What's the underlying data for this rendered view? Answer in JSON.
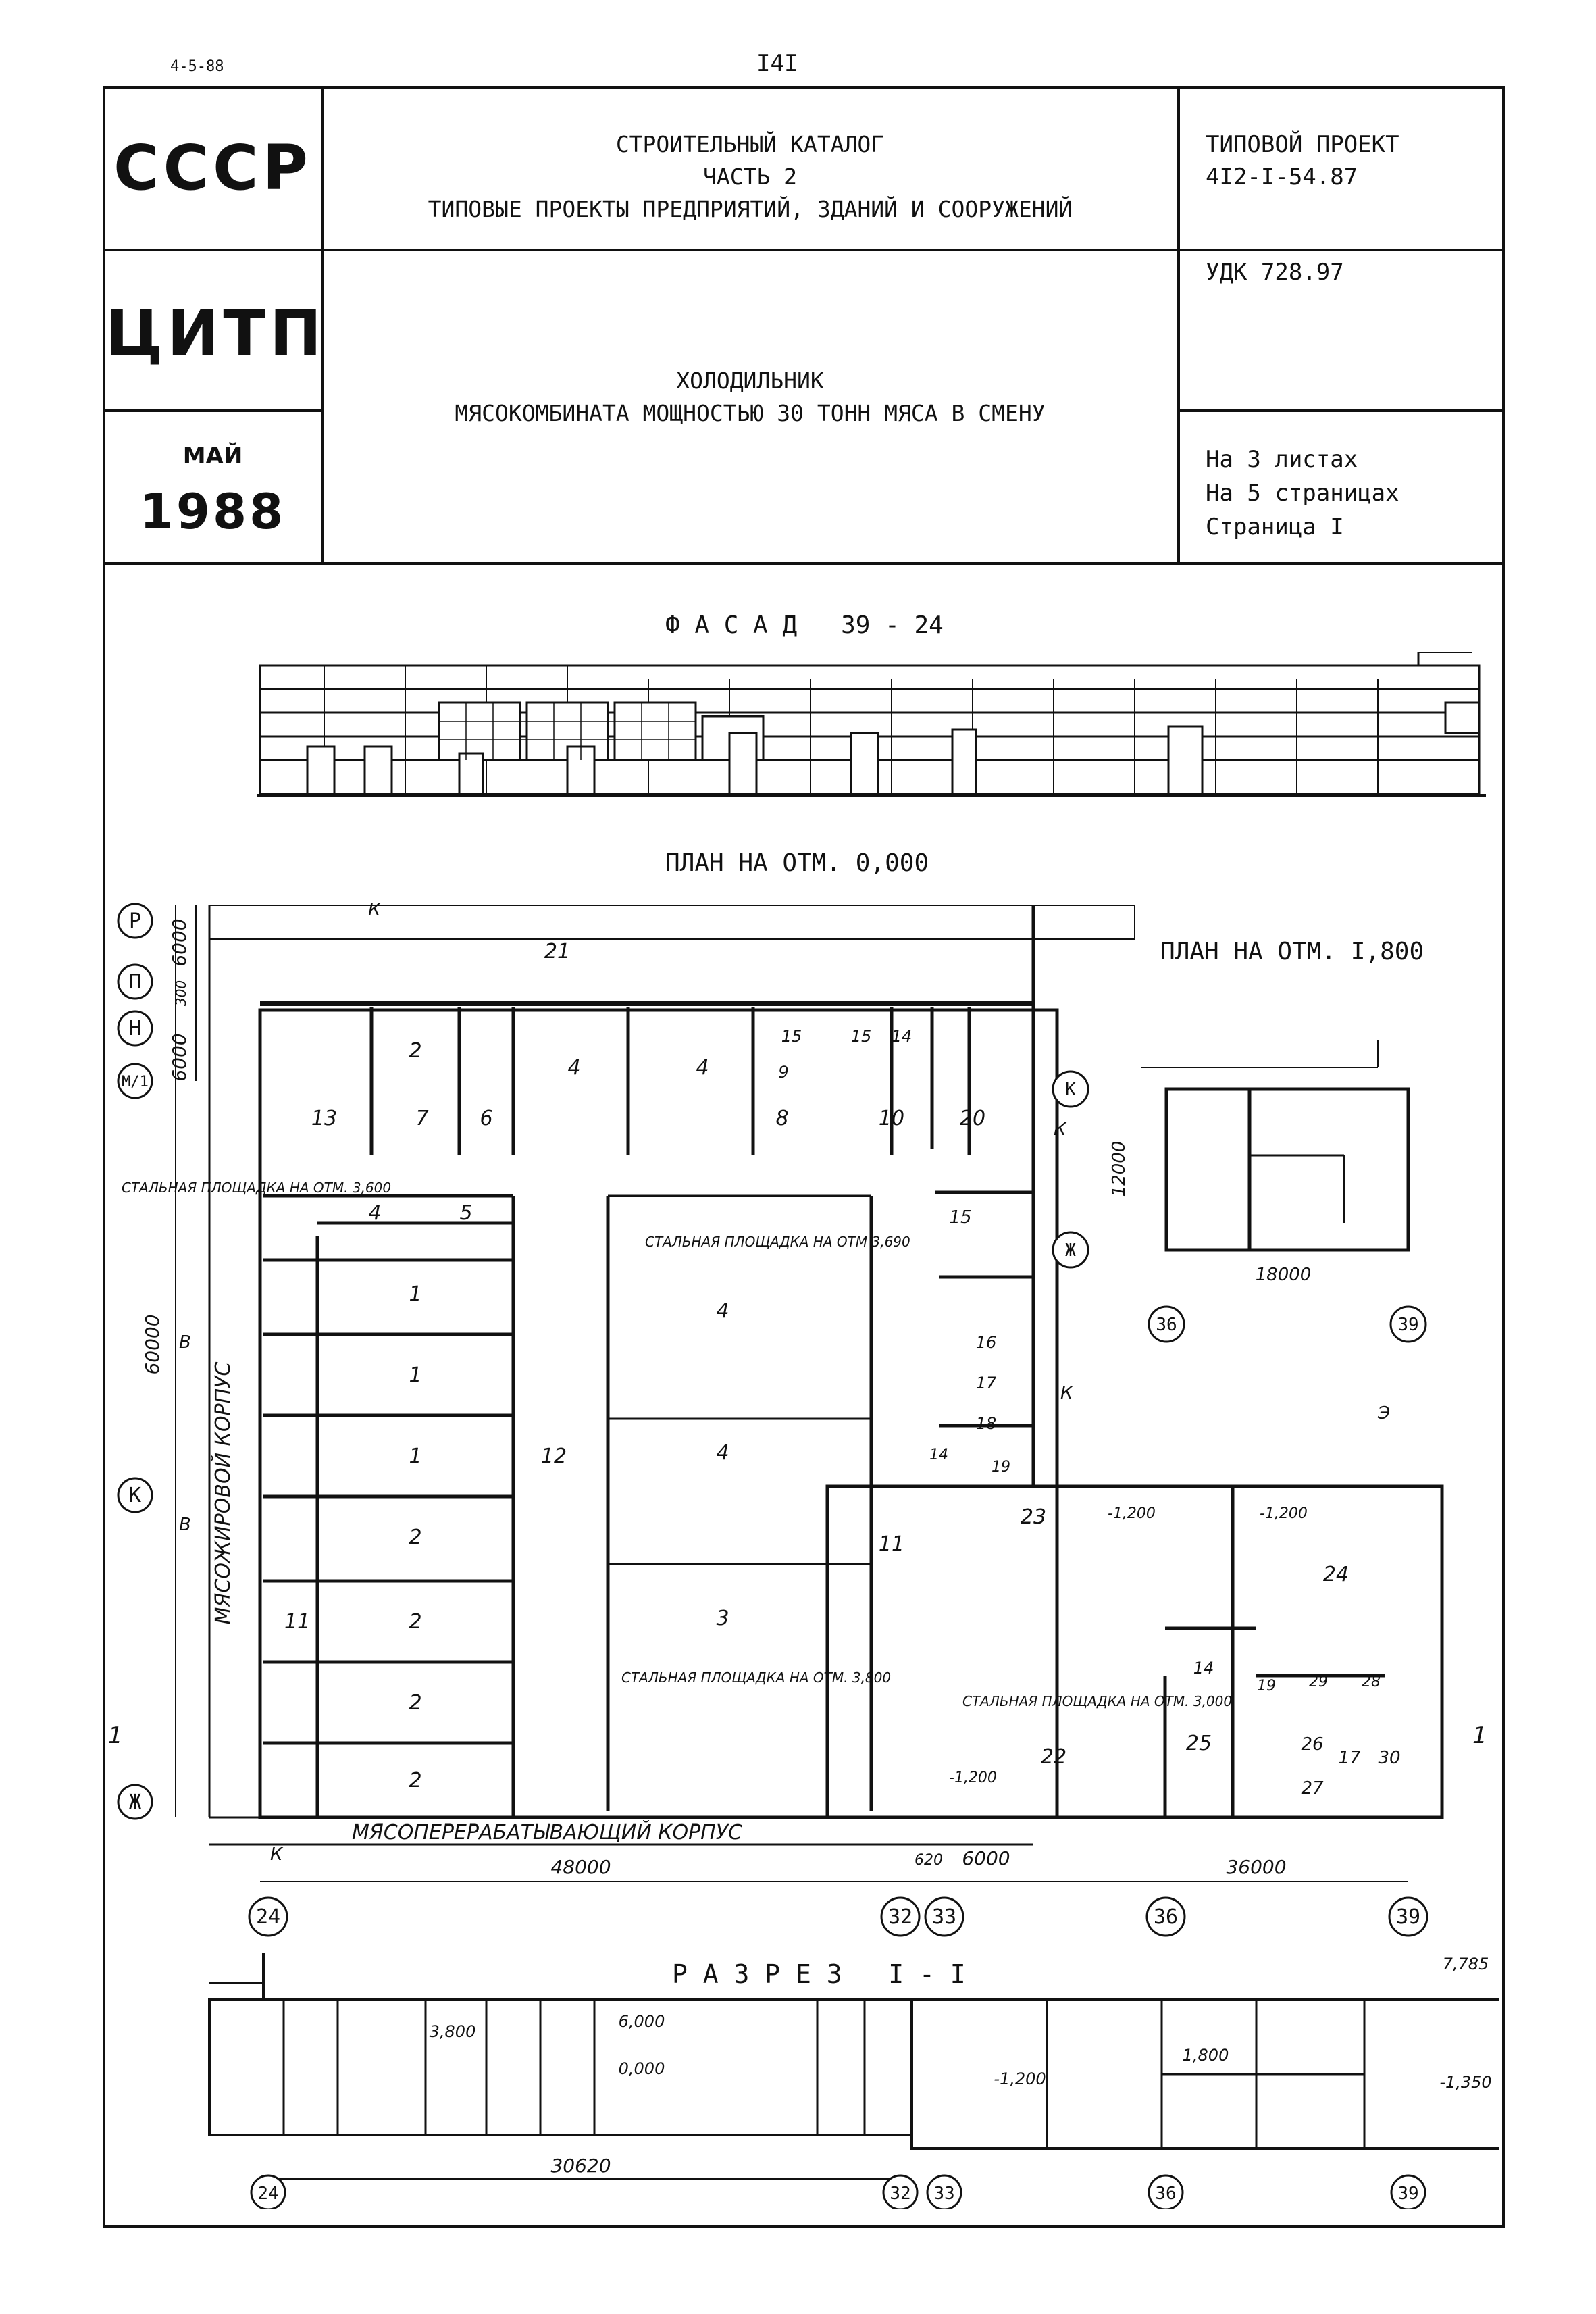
{
  "top_left_code": "4-5-88",
  "page_number": "I4I",
  "stamp": {
    "org1": "СССР",
    "org2": "ЦИТП",
    "month": "МАЙ",
    "year": "1988"
  },
  "catalog": {
    "line1": "СТРОИТЕЛЬНЫЙ КАТАЛОГ",
    "line2": "ЧАСТЬ 2",
    "line3": "ТИПОВЫЕ ПРОЕКТЫ ПРЕДПРИЯТИЙ, ЗДАНИЙ И СООРУЖЕНИЙ"
  },
  "project": {
    "label": "ТИПОВОЙ ПРОЕКТ",
    "number": "4I2-I-54.87",
    "udk": "УДК 728.97",
    "sheets": "На 3 листах",
    "pages": "На 5 страницах",
    "page": "Страница I"
  },
  "object": {
    "line1": "ХОЛОДИЛЬНИК",
    "line2": "МЯСОКОМБИНАТА МОЩНОСТЬЮ 30 ТОНН МЯСА В СМЕНУ"
  },
  "drawings": {
    "facade_title": "Ф А С А Д   39 - 24",
    "plan_title": "ПЛАН НА ОТМ. 0,000",
    "plan2_title": "ПЛАН НА ОТМ. I,800",
    "section_title": "Р А З Р Е З   I - I"
  },
  "plan_labels": {
    "axes_rows": [
      "Р",
      "П",
      "Н",
      "М/1",
      "К",
      "Ж"
    ],
    "axes_cols": [
      "24",
      "32",
      "33",
      "36",
      "39"
    ],
    "plan2_axes_rows": [
      "К",
      "Ж"
    ],
    "plan2_axes_cols": [
      "36",
      "39"
    ],
    "dim_48000": "48000",
    "dim_620": "620",
    "dim_6000": "6000",
    "dim_36000": "36000",
    "dim_60000": "60000",
    "dim_12000": "12000",
    "dim_18000": "18000",
    "dim_row_6000a": "6000",
    "dim_row_6000b": "6000",
    "dim_row_300": "300",
    "building_left": "МЯСОЖИРОВОЙ КОРПУС",
    "building_bottom": "МЯСОПЕРЕРАБАТЫВАЮЩИЙ КОРПУС",
    "steel_platform_left": "СТАЛЬНАЯ ПЛОЩАДКА НА ОТМ. 3,600",
    "steel_platform_1": "СТАЛЬНАЯ ПЛОЩАДКА НА ОТМ 3,690",
    "steel_platform_2": "СТАЛЬНАЯ ПЛОЩАДКА НА ОТМ. 3,800",
    "steel_platform_3": "СТАЛЬНАЯ ПЛОЩАДКА НА ОТМ. 3,000",
    "level_minus": "-1,200",
    "entry_k": "К",
    "entry_v": "В",
    "entry_e": "Э",
    "section_mark": "1",
    "rooms": [
      "21",
      "2",
      "4",
      "4",
      "15",
      "15",
      "14",
      "9",
      "13",
      "7",
      "6",
      "8",
      "10",
      "20",
      "4",
      "5",
      "15",
      "1",
      "1",
      "1",
      "4",
      "12",
      "4",
      "16",
      "17",
      "18",
      "14",
      "19",
      "2",
      "2",
      "2",
      "2",
      "3",
      "11",
      "11",
      "23",
      "24",
      "14",
      "19",
      "29",
      "28",
      "22",
      "25",
      "26",
      "27",
      "17",
      "30"
    ]
  },
  "section_labels": {
    "elev_7785": "7,785",
    "elev_3800": "3,800",
    "elev_6000": "6,000",
    "elev_0000": "0,000",
    "elev_1800": "1,800",
    "elev_m1200": "-1,200",
    "elev_m1350": "-1,350",
    "dim_30620": "30620",
    "axes": [
      "24",
      "32",
      "33",
      "36",
      "39"
    ]
  }
}
